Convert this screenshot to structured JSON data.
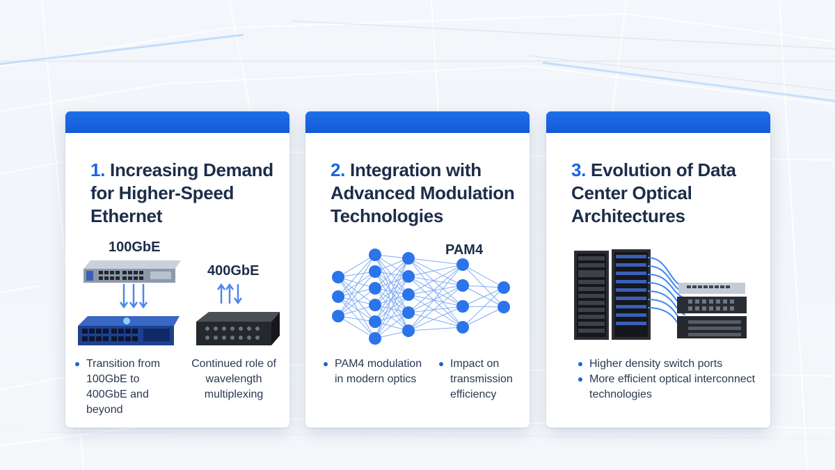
{
  "cards": [
    {
      "number": "1.",
      "title": "Increasing Demand for Higher-Speed Ethernet",
      "labels": {
        "speed_a": "100GbE",
        "speed_b": "400GbE"
      },
      "bullets": [
        "Transition from 100GbE to 400GbE and beyond"
      ],
      "note": "Continued role of wavelength multiplexing"
    },
    {
      "number": "2.",
      "title": "Integration with Advanced Modulation Technologies",
      "labels": {
        "diagram": "PAM4"
      },
      "bullets": [
        "PAM4 modulation in modern optics",
        "Impact on transmission efficiency"
      ]
    },
    {
      "number": "3.",
      "title": "Evolution of Data Center Optical Architectures",
      "bullets": [
        "Higher density switch ports",
        "More efficient optical interconnect technologies"
      ]
    }
  ],
  "colors": {
    "accent": "#1a63e0",
    "header_bar": "#1f6fe8",
    "title_text": "#1c2d49",
    "body_text": "#2a3852",
    "node": "#2b74ea"
  }
}
